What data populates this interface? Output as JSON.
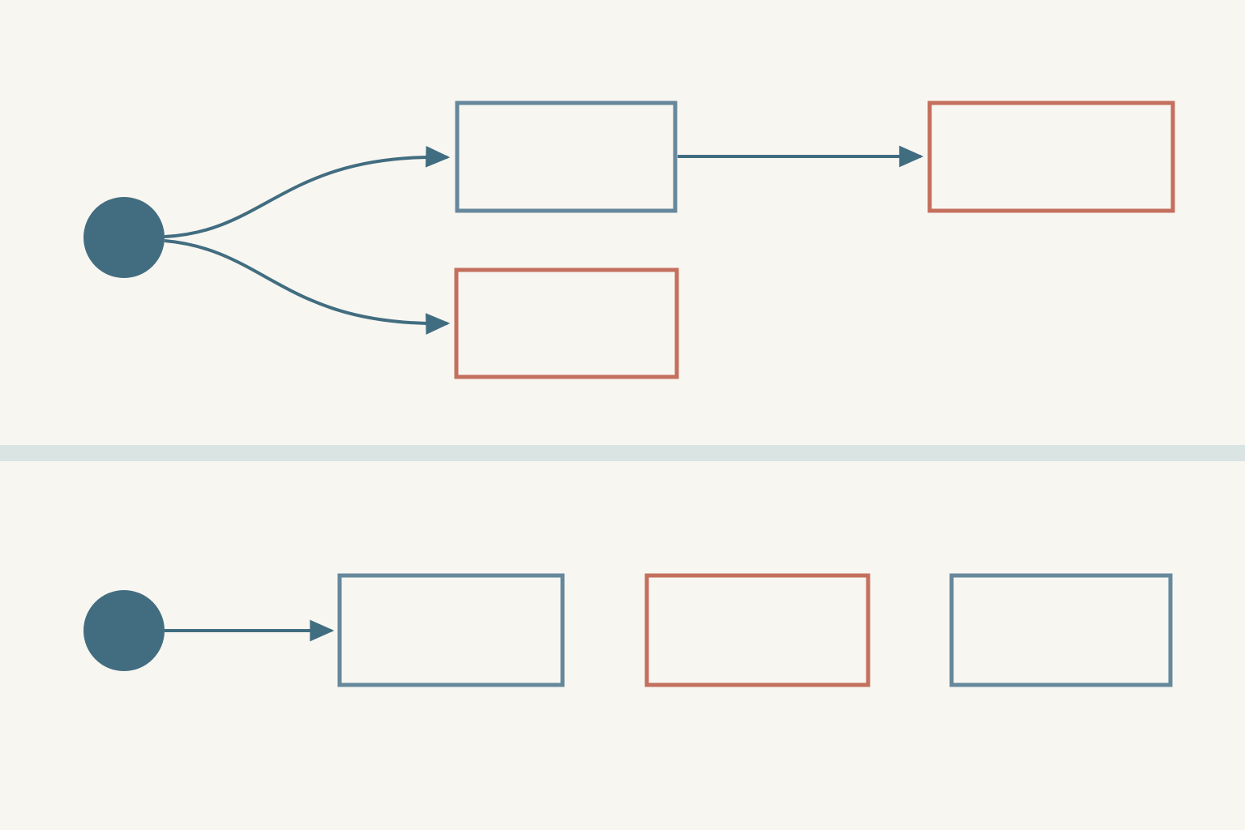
{
  "colors": {
    "background": "#f8f6f1",
    "divider": "#d9e4e3",
    "node_fill": "#426d80",
    "connector": "#416d80",
    "box_blue": "#66889c",
    "box_red": "#c4705e"
  },
  "diagram": {
    "top_panel": {
      "start_node": {
        "kind": "circle-node"
      },
      "edges": [
        {
          "from": "start",
          "to": "box-1",
          "shape": "curved-arrow"
        },
        {
          "from": "start",
          "to": "box-2",
          "shape": "curved-arrow"
        },
        {
          "from": "box-1",
          "to": "box-3",
          "shape": "straight-arrow"
        }
      ],
      "boxes": [
        {
          "id": "box-1",
          "color": "blue",
          "label": ""
        },
        {
          "id": "box-2",
          "color": "red",
          "label": ""
        },
        {
          "id": "box-3",
          "color": "red",
          "label": ""
        }
      ]
    },
    "bottom_panel": {
      "start_node": {
        "kind": "circle-node"
      },
      "edges": [
        {
          "from": "start",
          "to": "box-4",
          "shape": "straight-arrow"
        }
      ],
      "boxes": [
        {
          "id": "box-4",
          "color": "blue",
          "label": ""
        },
        {
          "id": "box-5",
          "color": "red",
          "label": ""
        },
        {
          "id": "box-6",
          "color": "blue",
          "label": ""
        }
      ]
    }
  }
}
